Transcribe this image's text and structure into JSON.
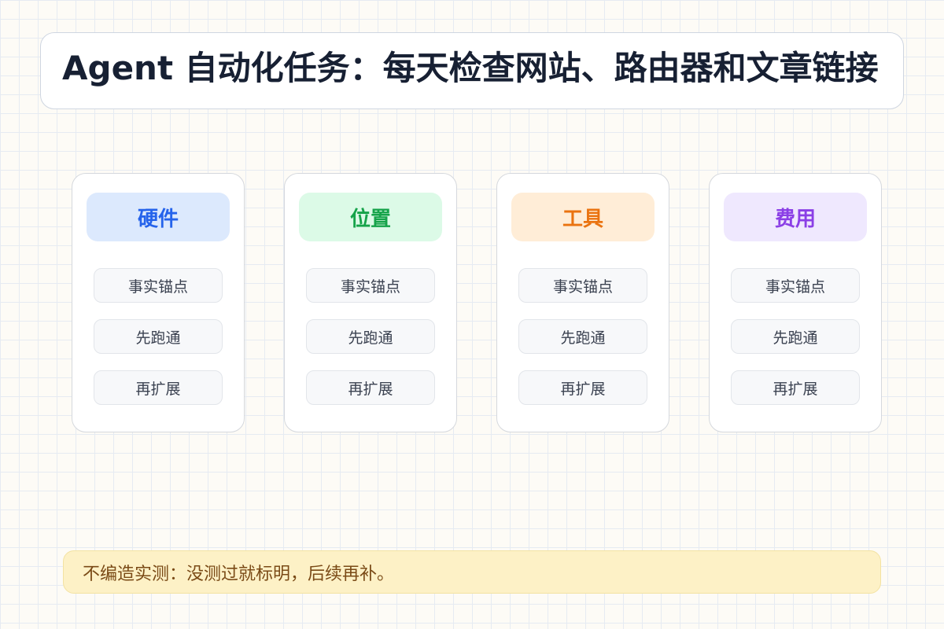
{
  "title": "Agent 自动化任务：每天检查网站、路由器和文章链接",
  "cards": [
    {
      "header": "硬件",
      "header_color": "#2563eb",
      "header_bg": "#dce9fd",
      "items": [
        "事实锚点",
        "先跑通",
        "再扩展"
      ]
    },
    {
      "header": "位置",
      "header_color": "#16a34a",
      "header_bg": "#dcfae7",
      "items": [
        "事实锚点",
        "先跑通",
        "再扩展"
      ]
    },
    {
      "header": "工具",
      "header_color": "#ea7310",
      "header_bg": "#ffedd7",
      "items": [
        "事实锚点",
        "先跑通",
        "再扩展"
      ]
    },
    {
      "header": "费用",
      "header_color": "#8b3fe6",
      "header_bg": "#efe8fe",
      "items": [
        "事实锚点",
        "先跑通",
        "再扩展"
      ]
    }
  ],
  "note": "不编造实测：没测过就标明，后续再补。"
}
